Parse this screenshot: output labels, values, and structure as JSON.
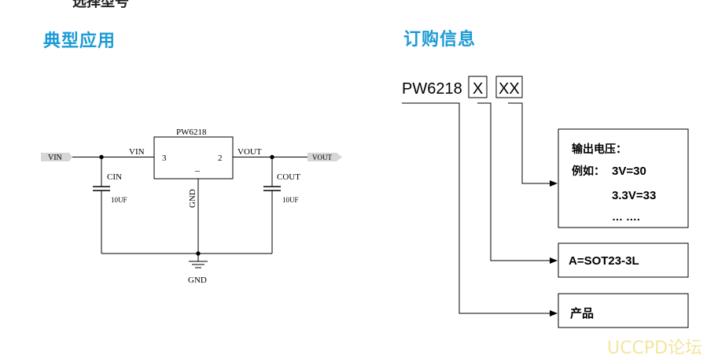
{
  "top_cut_text": "选择型号",
  "typical_app": {
    "heading": "典型应用",
    "ic_name": "PW6218",
    "pin_vin_label": "VIN",
    "pin3": "3",
    "pin2": "2",
    "pin_vout_label": "VOUT",
    "pin_minus": "–",
    "gnd_pin_label": "GND",
    "vin_port": "VIN",
    "vout_port": "VOUT",
    "cin_label": "CIN",
    "cin_value": "10UF",
    "cout_label": "COUT",
    "cout_value": "10UF",
    "ground_label": "GND"
  },
  "ordering": {
    "heading": "订购信息",
    "part_prefix": "PW6218",
    "box_x": "X",
    "box_xx": "XX",
    "voltage_title": "输出电压：",
    "example_prefix": "例如：",
    "example1": "3V=30",
    "example2": "3.3V=33",
    "ellipsis": "… ….",
    "package": "A=SOT23-3L",
    "product": "产品"
  },
  "watermark": "UCCPD论坛"
}
